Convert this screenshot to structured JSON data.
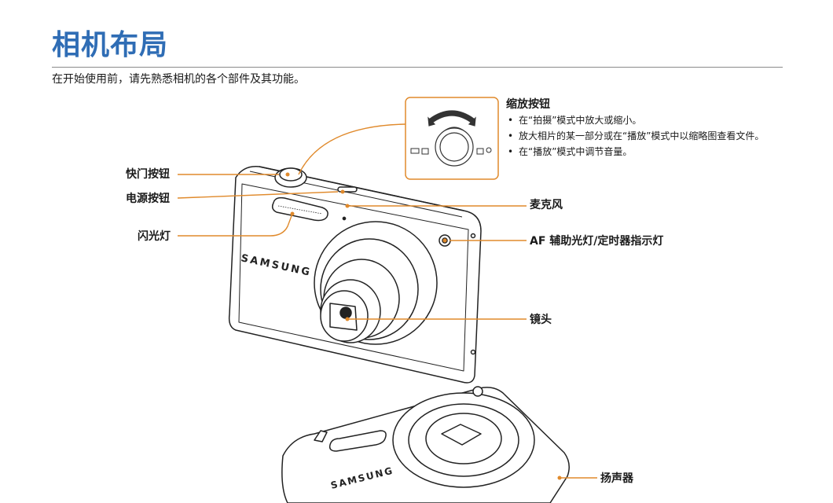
{
  "page": {
    "title": "相机布局",
    "subtitle": "在开始使用前，请先熟悉相机的各个部件及其功能。"
  },
  "zoom_info": {
    "title": "缩放按钮",
    "bullet_glyph": "•",
    "items": [
      "在“拍摄”模式中放大或缩小。",
      "放大相片的某一部分或在“播放”模式中以缩略图查看文件。",
      "在“播放”模式中调节音量。"
    ]
  },
  "callouts": {
    "shutter": "快门按钮",
    "power": "电源按钮",
    "flash": "闪光灯",
    "microphone": "麦克风",
    "af_lamp": "AF 辅助光灯/定时器指示灯",
    "lens": "镜头",
    "speaker": "扬声器"
  },
  "camera_brand": "SAMSUNG",
  "colors": {
    "title_blue": "#2f6db5",
    "leader_orange": "#e08a2c",
    "line_gray": "#333333"
  }
}
